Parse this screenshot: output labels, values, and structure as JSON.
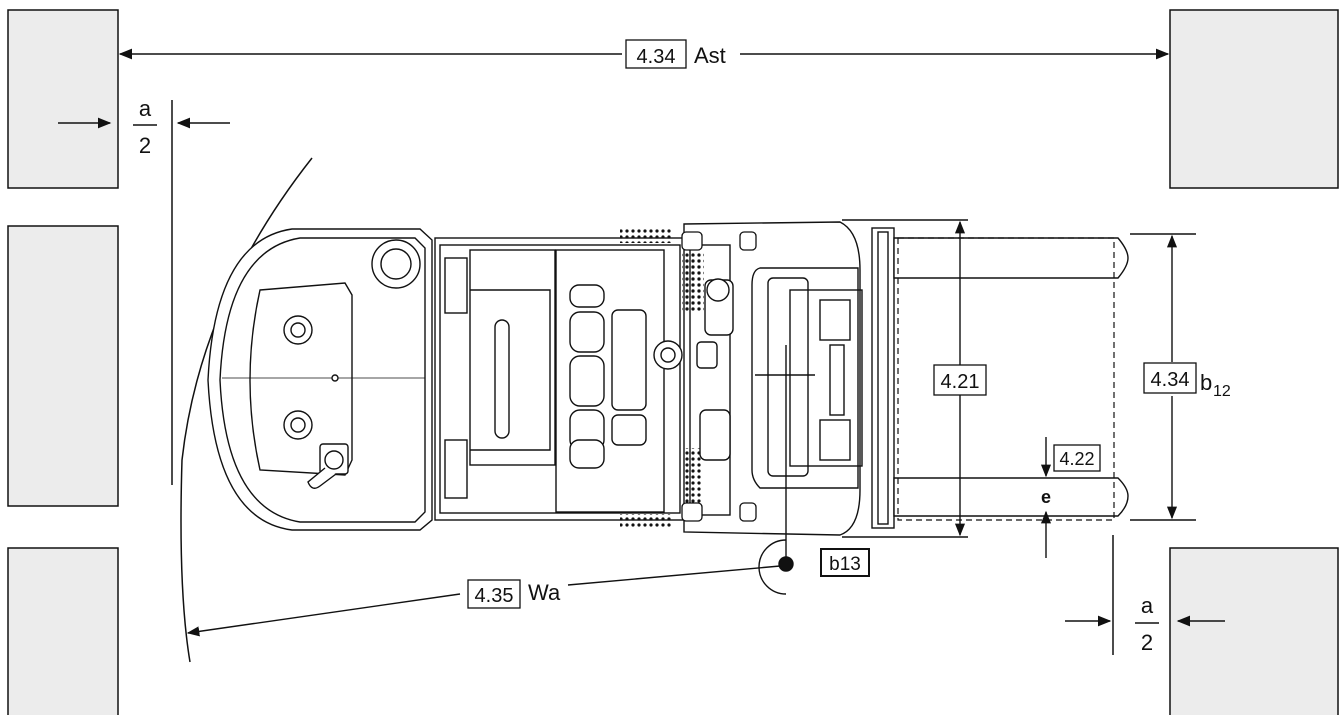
{
  "labels": {
    "aisle_width_ref": "4.34",
    "aisle_width_symbol": "Ast",
    "fork_spread_ref": "4.34",
    "fork_spread_symbol": "b",
    "fork_spread_subscript": "12",
    "width_ref": "4.21",
    "fork_width_ref": "4.22",
    "fork_width_symbol": "e",
    "turning_radius_ref": "4.35",
    "turning_radius_symbol": "Wa",
    "turning_center_ref": "b13",
    "clearance_numerator_left": "a",
    "clearance_denominator_left": "2",
    "clearance_numerator_right": "a",
    "clearance_denominator_right": "2"
  },
  "colors": {
    "pallet_fill": "#ececec",
    "line": "#111111",
    "background": "#ffffff"
  }
}
